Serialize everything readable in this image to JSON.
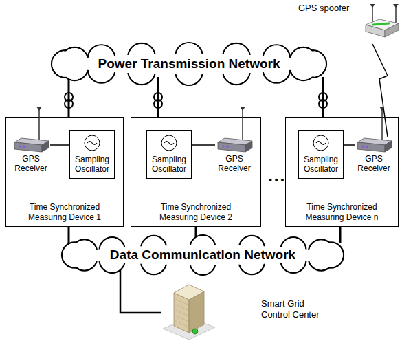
{
  "diagram": {
    "nodes": [
      {
        "text": [
          "GPS spoofer"
        ]
      },
      {
        "text": [
          "Power Transmission Network"
        ]
      },
      {
        "text": [
          "Time Synchronized Measuring Device 1"
        ]
      },
      {
        "text": [
          "GPS Receiver"
        ],
        "in": 2
      },
      {
        "text": [
          "Sampling Oscillator"
        ],
        "in": 2
      },
      {
        "text": [
          "Time Synchronized Measuring Device 2"
        ]
      },
      {
        "text": [
          "Sampling Oscillator"
        ],
        "in": 5
      },
      {
        "text": [
          "GPS Receiver"
        ],
        "in": 5
      },
      {
        "text": [
          "Time Synchronized Measuring Device n"
        ]
      },
      {
        "text": [
          "Sampling Oscillator"
        ],
        "in": 8
      },
      {
        "text": [
          "GPS Receiver"
        ],
        "in": 8
      },
      {
        "text": [
          "Data Communication Network"
        ]
      },
      {
        "text": [
          "Smart Grid Control Center"
        ]
      }
    ],
    "edges": [
      {
        "from": 3,
        "to": 4,
        "arrow": "none"
      },
      {
        "from": 7,
        "to": 6,
        "arrow": "none"
      },
      {
        "from": 10,
        "to": 9,
        "arrow": "none"
      },
      {
        "from": 2,
        "to": 1,
        "arrow": "none"
      },
      {
        "from": 5,
        "to": 1,
        "arrow": "none"
      },
      {
        "from": 8,
        "to": 1,
        "arrow": "none"
      },
      {
        "from": 2,
        "to": 11,
        "arrow": "none"
      },
      {
        "from": 5,
        "to": 11,
        "arrow": "none"
      },
      {
        "from": 8,
        "to": 11,
        "arrow": "none"
      },
      {
        "from": 11,
        "to": 12,
        "arrow": "none"
      },
      {
        "from": 0,
        "to": 10,
        "arrow": "none"
      }
    ],
    "labels": [
      "• • •"
    ]
  }
}
